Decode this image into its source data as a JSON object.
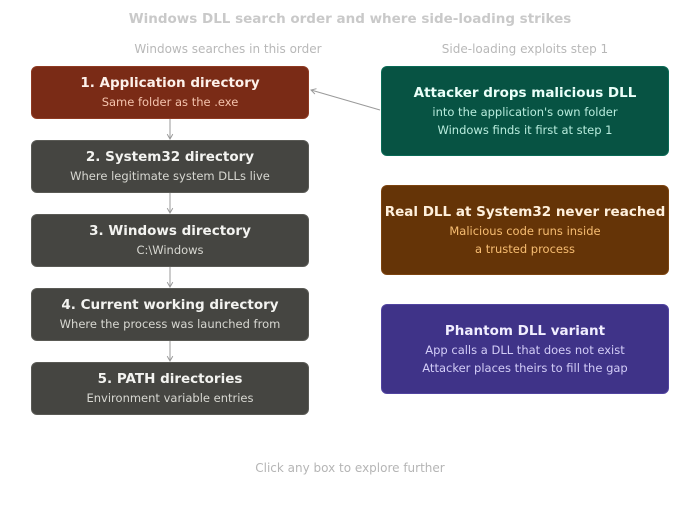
{
  "title": "Windows DLL search order and where side-loading strikes",
  "left_header": "Windows searches in this order",
  "right_header": "Side-loading exploits step 1",
  "steps": [
    {
      "title": "1. Application directory",
      "subtitle": "Same folder as the .exe"
    },
    {
      "title": "2. System32 directory",
      "subtitle": "Where legitimate system DLLs live"
    },
    {
      "title": "3. Windows directory",
      "subtitle": "C:\\Windows"
    },
    {
      "title": "4. Current working directory",
      "subtitle": "Where the process was launched from"
    },
    {
      "title": "5. PATH directories",
      "subtitle": "Environment variable entries"
    }
  ],
  "cards": [
    {
      "title": "Attacker drops malicious DLL",
      "lines": [
        "into the application's own folder",
        "Windows finds it first at step 1"
      ],
      "color": "#075343"
    },
    {
      "title": "Real DLL at System32 never reached",
      "lines": [
        "Malicious code runs inside",
        "a trusted process"
      ],
      "color": "#653407"
    },
    {
      "title": "Phantom DLL variant",
      "lines": [
        "App calls a DLL that does not exist",
        "Attacker places theirs to fill the gap"
      ],
      "color": "#3f3388"
    }
  ],
  "footer": "Click any box to explore further",
  "colors": {
    "first_step": "#7a2b16",
    "step": "#454541",
    "arrow": "#9a9a9a"
  }
}
